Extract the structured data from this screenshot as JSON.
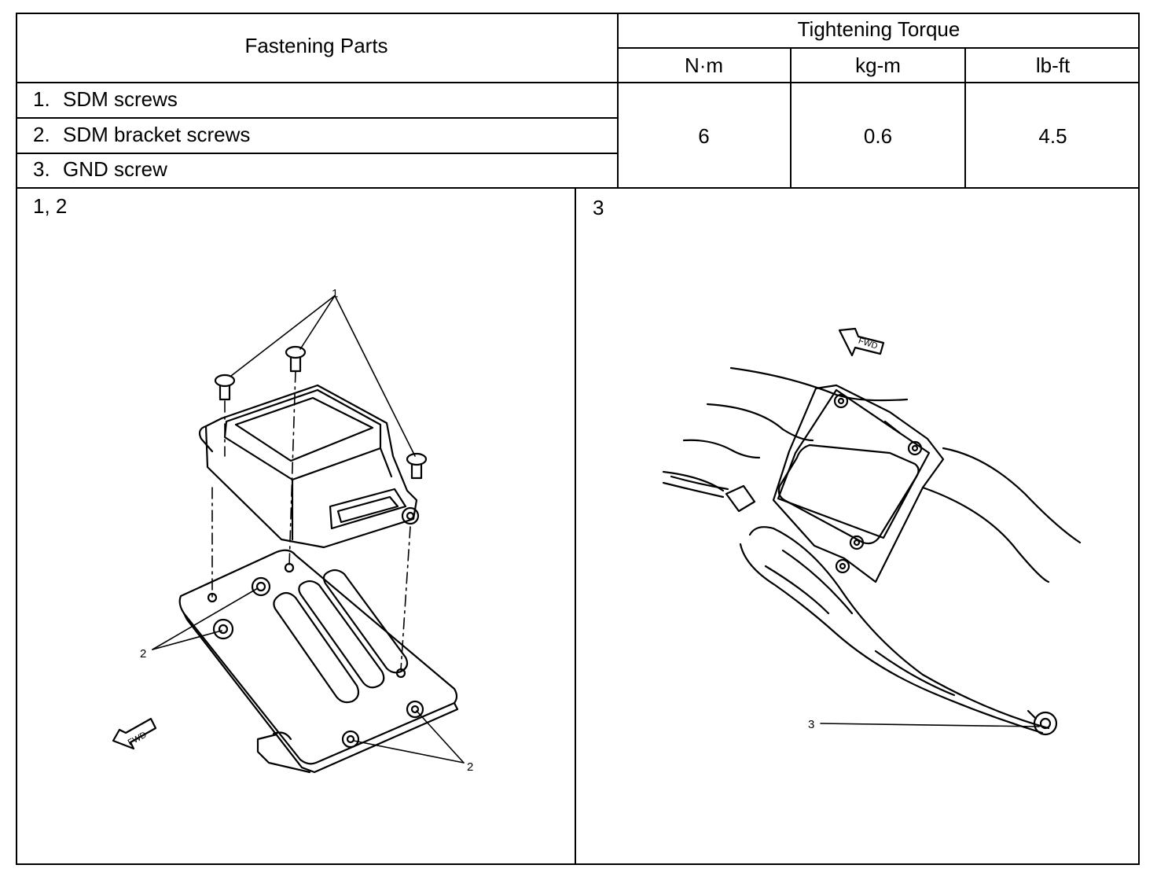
{
  "table": {
    "header_parts": "Fastening Parts",
    "header_torque": "Tightening Torque",
    "units": [
      "N·m",
      "kg-m",
      "lb-ft"
    ],
    "rows": [
      {
        "num": "1.",
        "label": "SDM screws"
      },
      {
        "num": "2.",
        "label": "SDM bracket screws"
      },
      {
        "num": "3.",
        "label": "GND screw"
      }
    ],
    "values": [
      "6",
      "0.6",
      "4.5"
    ]
  },
  "figures": {
    "left_caption": "1, 2",
    "right_caption": "3",
    "left_callouts": [
      "1",
      "2",
      "2"
    ],
    "right_callouts": [
      "3"
    ],
    "fwd_text": "FWD"
  }
}
